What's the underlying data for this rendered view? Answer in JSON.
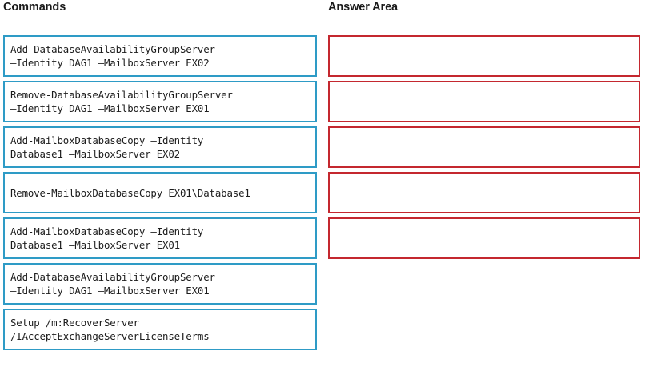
{
  "headers": {
    "commands": "Commands",
    "answer_area": "Answer Area"
  },
  "colors": {
    "command_box_border": "#2e9bc6",
    "answer_box_border": "#c4282f",
    "background": "#ffffff",
    "text": "#1c1c1c"
  },
  "commands": {
    "items": [
      {
        "line1": "Add-DatabaseAvailabilityGroupServer",
        "line2": "–Identity DAG1 –MailboxServer EX02"
      },
      {
        "line1": "Remove-DatabaseAvailabilityGroupServer",
        "line2": "–Identity DAG1 –MailboxServer EX01"
      },
      {
        "line1": "Add-MailboxDatabaseCopy –Identity",
        "line2": "Database1 –MailboxServer EX02"
      },
      {
        "line1": "Remove-MailboxDatabaseCopy EX01\\Database1",
        "line2": ""
      },
      {
        "line1": "Add-MailboxDatabaseCopy –Identity",
        "line2": "Database1 –MailboxServer EX01"
      },
      {
        "line1": "Add-DatabaseAvailabilityGroupServer",
        "line2": "–Identity DAG1 –MailboxServer EX01"
      },
      {
        "line1": "Setup /m:RecoverServer",
        "line2": "/IAcceptExchangeServerLicenseTerms"
      }
    ]
  },
  "answer_area": {
    "slots": [
      {
        "value": ""
      },
      {
        "value": ""
      },
      {
        "value": ""
      },
      {
        "value": ""
      },
      {
        "value": ""
      }
    ]
  }
}
